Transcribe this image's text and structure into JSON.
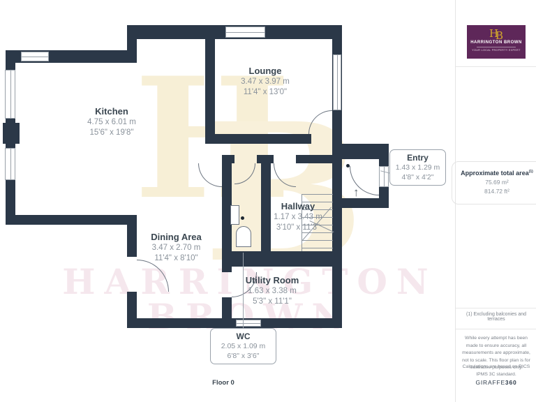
{
  "floor_label": "Floor 0",
  "rooms": [
    {
      "name": "Kitchen",
      "metric": "4.75 x 6.01 m",
      "imperial": "15'6\" x 19'8\""
    },
    {
      "name": "Lounge",
      "metric": "3.47 x 3.97 m",
      "imperial": "11'4\" x 13'0\""
    },
    {
      "name": "Entry",
      "metric": "1.43 x 1.29 m",
      "imperial": "4'8\" x 4'2\""
    },
    {
      "name": "Hallway",
      "metric": "1.17 x 3.43 m",
      "imperial": "3'10\" x 11'3\""
    },
    {
      "name": "Dining Area",
      "metric": "3.47 x 2.70 m",
      "imperial": "11'4\" x 8'10\""
    },
    {
      "name": "Utility Room",
      "metric": "1.63 x 3.38 m",
      "imperial": "5'3\" x 11'1\""
    },
    {
      "name": "WC",
      "metric": "2.05 x 1.09 m",
      "imperial": "6'8\" x 3'6\""
    }
  ],
  "watermark": {
    "monogram_h": "H",
    "monogram_b": "B",
    "line1": "HARRINGTON",
    "line2": "BROWN"
  },
  "sidebar": {
    "logo": {
      "monogram_h": "H",
      "monogram_b": "B",
      "name": "HARRINGTON BROWN",
      "tagline": "YOUR LOCAL PROPERTY EXPERT"
    },
    "area": {
      "title": "Approximate total area",
      "superscript": "(1)",
      "metric": "75.69 m²",
      "imperial": "814.72 ft²"
    },
    "footnote": "(1) Excluding balconies and terraces",
    "disclaimer1": "While every attempt has been made to ensure accuracy, all measurements are approximate, not to scale. This floor plan is for illustrative purposes only.",
    "disclaimer2": "Calculations are based on RICS IPMS 3C standard.",
    "brand": {
      "name": "GIRAFFE",
      "suffix": "360"
    }
  },
  "symbols": {
    "entrance_arrow": "↑"
  },
  "colors": {
    "wall": "#2b3848",
    "logo_purple": "#5e2759",
    "logo_gold": "#d2a62c",
    "watermark_cream": "#f7efd6",
    "watermark_pink": "#f5e7ed",
    "room_name_text": "#3a4650",
    "dim_text": "#8a929b"
  }
}
